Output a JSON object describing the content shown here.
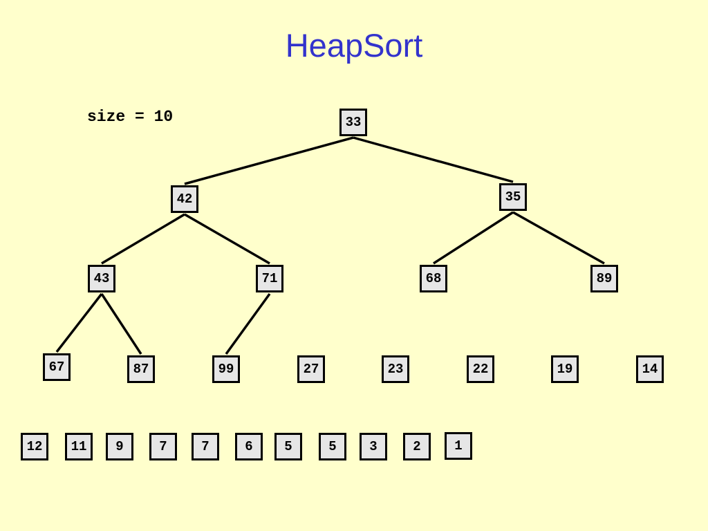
{
  "title": "HeapSort",
  "size_label": "size = 10",
  "tree_nodes": [
    "33",
    "42",
    "35",
    "43",
    "71",
    "68",
    "89",
    "67",
    "87",
    "99",
    "27",
    "23",
    "22",
    "19",
    "14"
  ],
  "tree_edges": [
    [
      0,
      1
    ],
    [
      0,
      2
    ],
    [
      1,
      3
    ],
    [
      1,
      4
    ],
    [
      2,
      5
    ],
    [
      2,
      6
    ],
    [
      3,
      7
    ],
    [
      3,
      8
    ],
    [
      4,
      9
    ]
  ],
  "sorted_array": [
    "12",
    "11",
    "9",
    "7",
    "7",
    "6",
    "5",
    "5",
    "3",
    "2",
    "1"
  ]
}
